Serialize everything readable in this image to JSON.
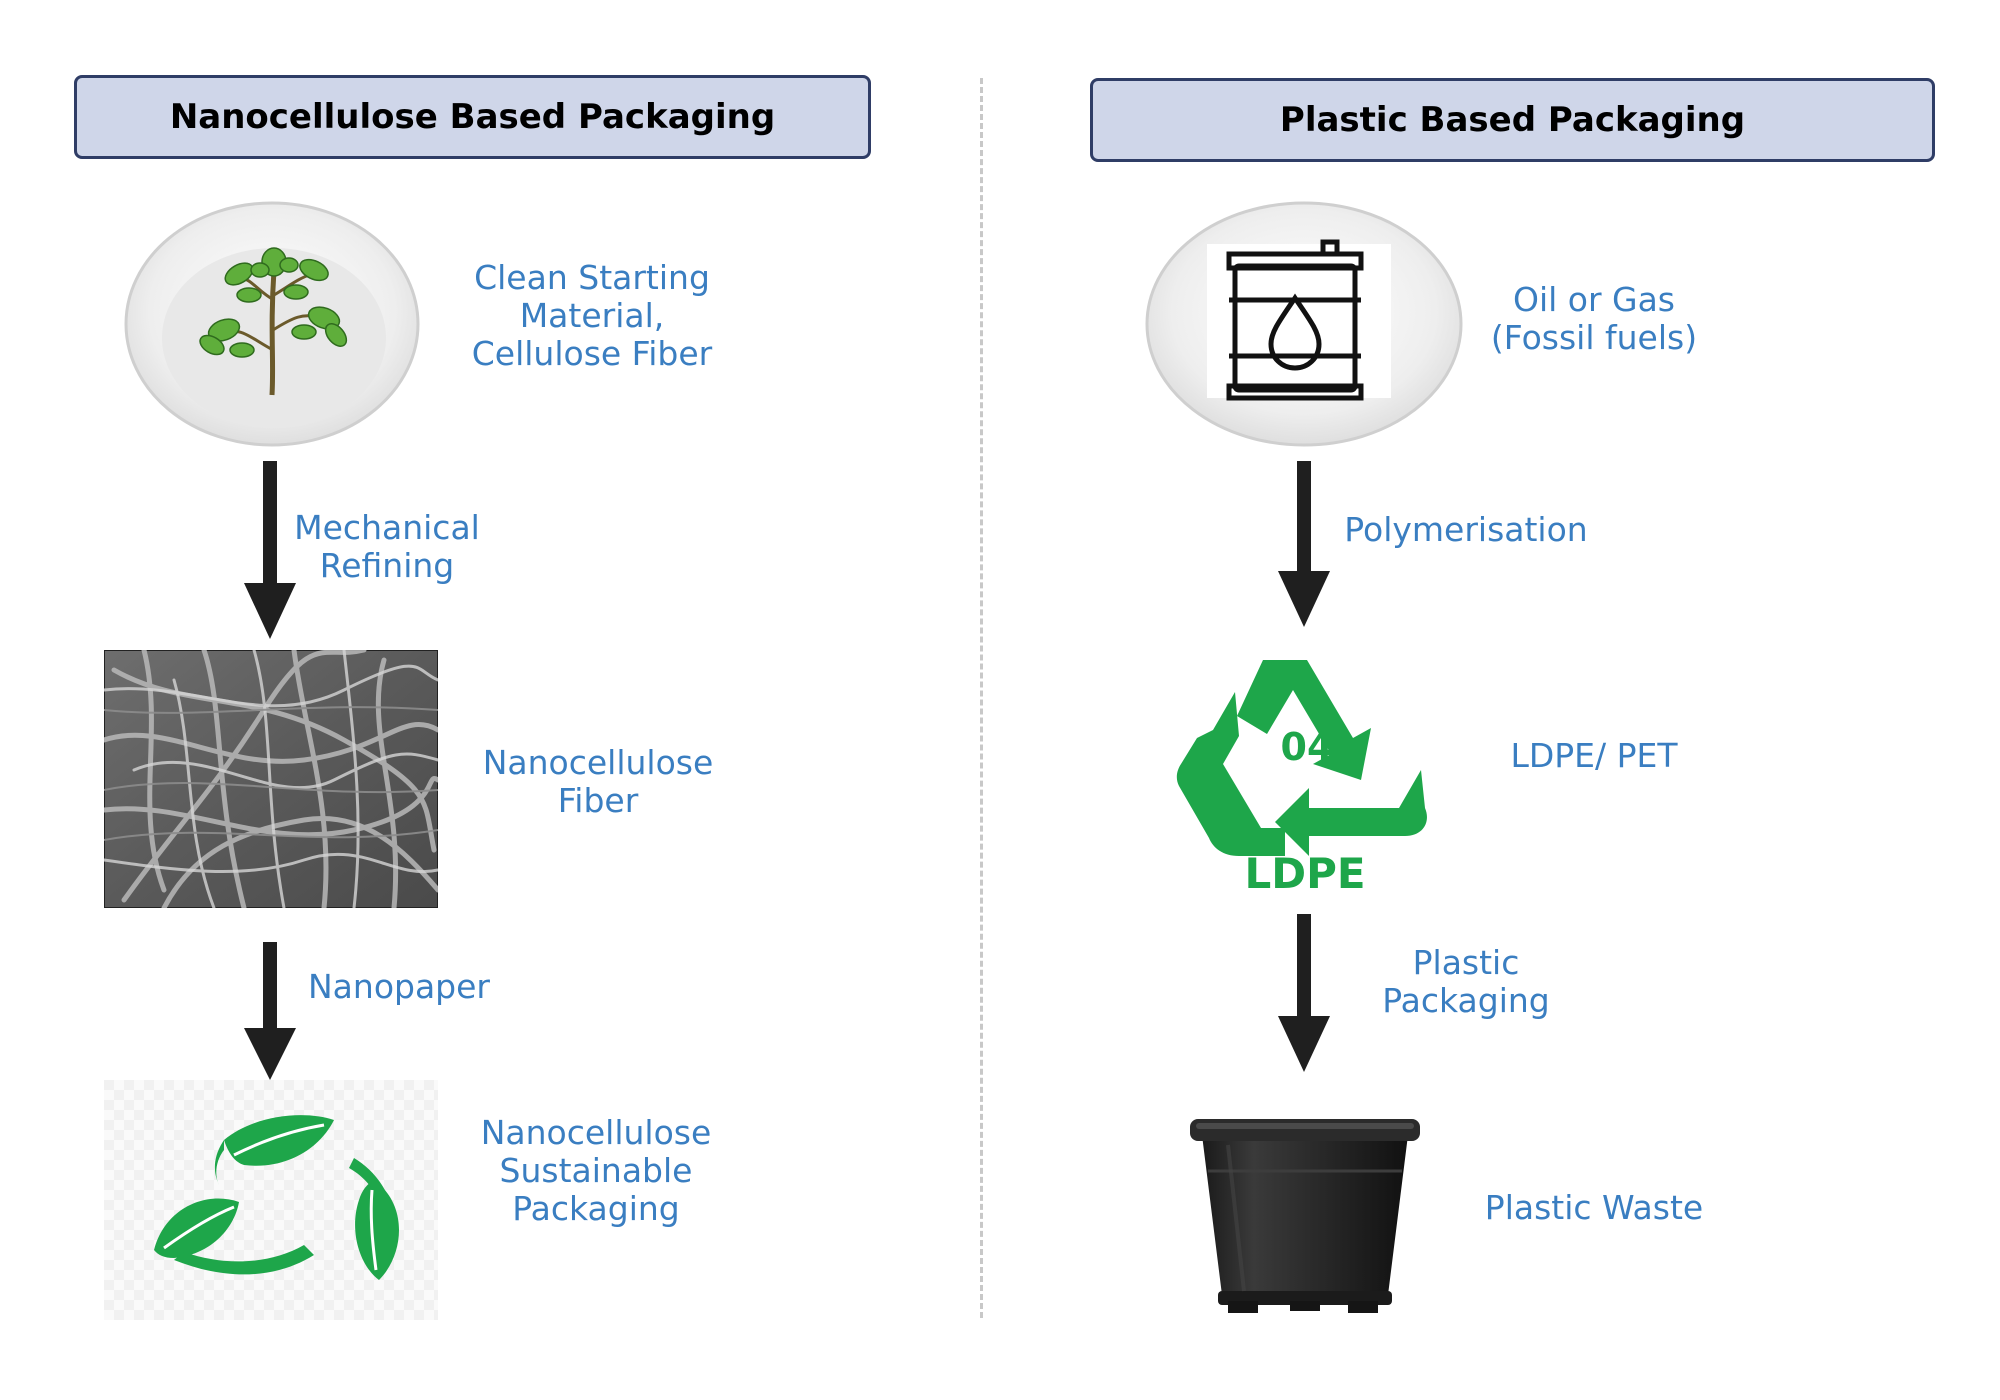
{
  "left": {
    "title": "Nanocellulose Based Packaging",
    "steps": [
      {
        "lines": [
          "Clean Starting",
          "Material,",
          "Cellulose Fiber"
        ],
        "icon": "plant-icon"
      },
      {
        "lines": [
          "Nanocellulose",
          "Fiber"
        ],
        "icon": "fiber-micrograph"
      },
      {
        "lines": [
          "Nanocellulose",
          "Sustainable",
          "Packaging"
        ],
        "icon": "leaf-recycle-icon"
      }
    ],
    "arrows": [
      {
        "lines": [
          "Mechanical",
          "Refining"
        ]
      },
      {
        "lines": [
          "Nanopaper"
        ]
      }
    ]
  },
  "right": {
    "title": "Plastic Based Packaging",
    "steps": [
      {
        "lines": [
          "Oil or Gas",
          "(Fossil fuels)"
        ],
        "icon": "oil-barrel-icon"
      },
      {
        "lines": [
          "LDPE/ PET"
        ],
        "icon": "ldpe-recycle-icon"
      },
      {
        "lines": [
          "Plastic Waste"
        ],
        "icon": "plastic-pot-icon"
      }
    ],
    "arrows": [
      {
        "lines": [
          "Polymerisation"
        ]
      },
      {
        "lines": [
          "Plastic",
          "Packaging"
        ]
      }
    ],
    "recycle_code": "04",
    "recycle_name": "LDPE"
  },
  "colors": {
    "label": "#3a7ec1",
    "header_fill": "#cfd6e9",
    "header_border": "#2f3d66",
    "arrow": "#1f1f1f",
    "green": "#1ea64a"
  }
}
